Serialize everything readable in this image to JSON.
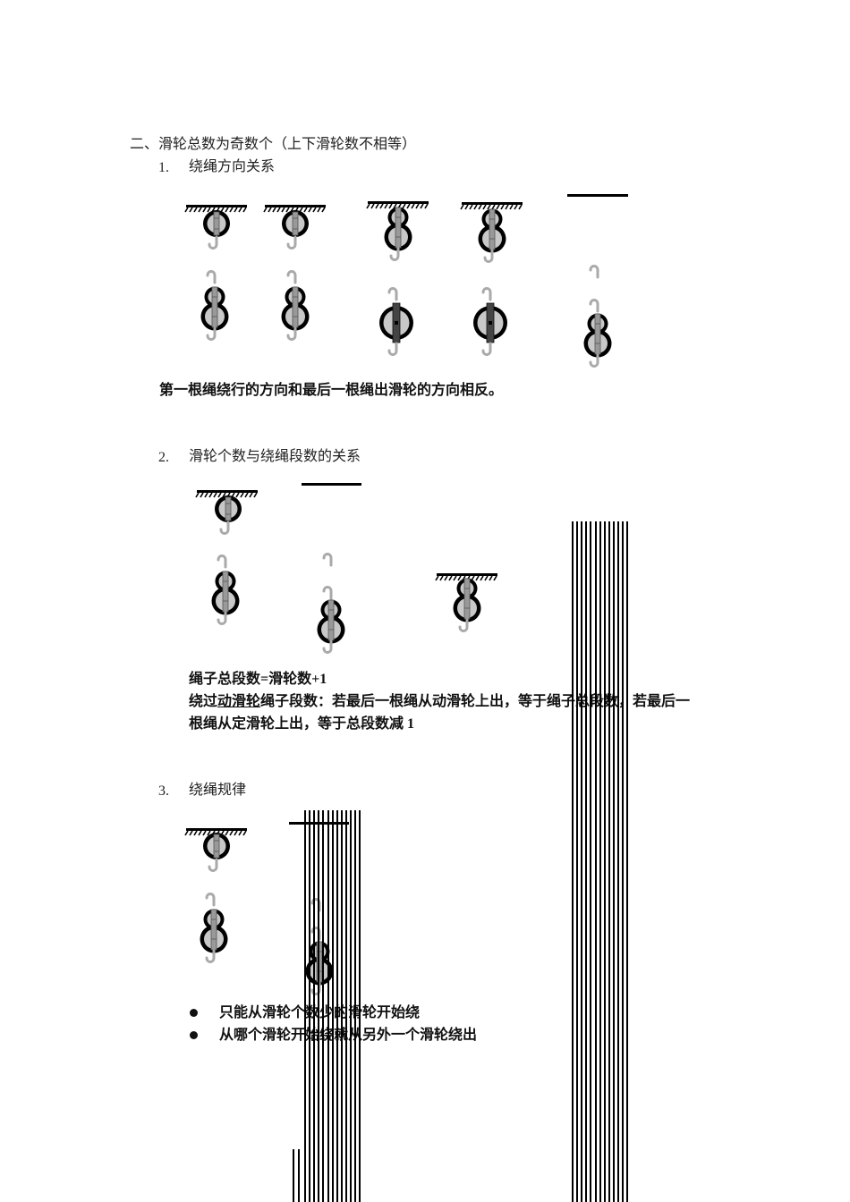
{
  "section_heading": "二、滑轮总数为奇数个（上下滑轮数不相等）",
  "items": [
    {
      "num": "1.",
      "title": "绕绳方向关系"
    },
    {
      "num": "2.",
      "title": "滑轮个数与绕绳段数的关系"
    },
    {
      "num": "3.",
      "title": "绕绳规律"
    }
  ],
  "rule1": "第一根绳绕行的方向和最后一根绳出滑轮的方向相反。",
  "rule2_line1": "绳子总段数=滑轮数+1",
  "rule2_line2_pre": "绕过",
  "rule2_line2_ul": "动滑轮",
  "rule2_line2_post": "绳子段数：若最后一根绳从动滑轮上出，等于绳子总段数，若最后一",
  "rule2_line3": "根绳从定滑轮上出，等于总段数减 1",
  "bullets": [
    "只能从滑轮个数少的滑轮开始绕",
    "从哪个滑轮开始绕就从另外一个滑轮绕出"
  ]
}
